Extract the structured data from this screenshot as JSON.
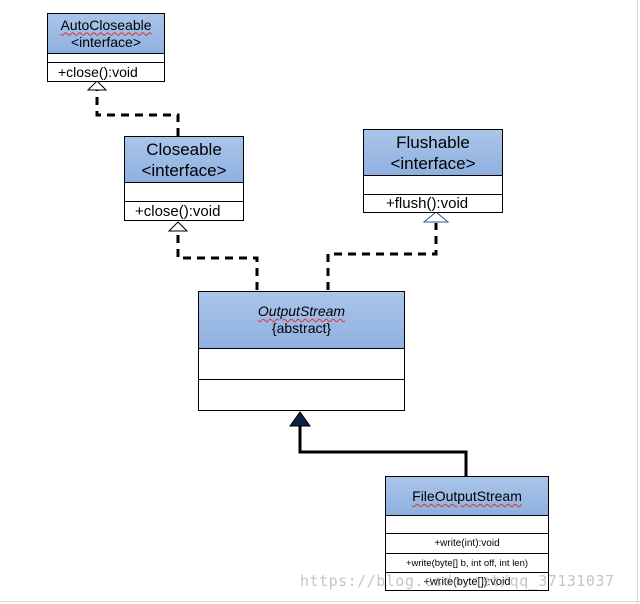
{
  "classes": {
    "autocloseable": {
      "name": "AutoCloseable",
      "stereotype": "<interface>",
      "method": "+close():void"
    },
    "closeable": {
      "name": "Closeable",
      "stereotype": "<interface>",
      "method": "+close():void"
    },
    "flushable": {
      "name": "Flushable",
      "stereotype": "<interface>",
      "method": "+flush():void"
    },
    "outputstream": {
      "name": "OutputStream",
      "stereotype": "{abstract}"
    },
    "fileoutputstream": {
      "name": "FileOutputStream",
      "methods": [
        "+write(int):void",
        "+write(byte[] b, int off, int len)",
        "+write(byte[]):void"
      ]
    }
  },
  "watermark": "https://blog.csdn.net/qq_37131037"
}
